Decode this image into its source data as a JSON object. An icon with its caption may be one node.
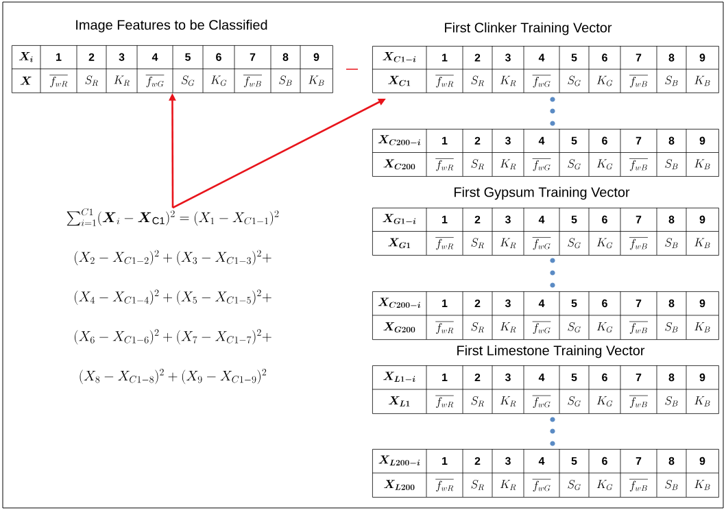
{
  "diagram": {
    "nodes": [
      {
        "text": [
          "\\boldsymbol{X_{i}}",
          "1",
          "2",
          "3",
          "4",
          "5",
          "6",
          "7",
          "8",
          "9",
          "\\boldsymbol{X}",
          "\\overline{f_{wR}}",
          "S_{R}",
          "K_{R}",
          "\\overline{f_{wG}}",
          "S_{G}",
          "K_{G}",
          "\\overline{f_{wB}}",
          "S_{B}",
          "K_{B}"
        ]
      },
      {
        "text": [
          "\\boldsymbol{X_{C1-i}}",
          "1",
          "2",
          "3",
          "4",
          "5",
          "6",
          "7",
          "8",
          "9",
          "\\boldsymbol{X_{C1}}",
          "\\overline{f_{wR}}",
          "S_{R}",
          "K_{R}",
          "\\overline{f_{wG}}",
          "S_{G}",
          "K_{G}",
          "\\overline{f_{wB}}",
          "S_{B}",
          "K_{B}"
        ]
      },
      {
        "text": [
          "\\boldsymbol{X_{C200-i}}",
          "1",
          "2",
          "3",
          "4",
          "5",
          "6",
          "7",
          "8",
          "9",
          "\\boldsymbol{X_{C200}}",
          "\\overline{f_{wR}}",
          "S_{R}",
          "K_{R}",
          "\\overline{f_{wG}}",
          "S_{G}",
          "K_{G}",
          "\\overline{f_{wB}}",
          "S_{B}",
          "K_{B}"
        ]
      },
      {
        "text": [
          "\\boldsymbol{X_{G1-i}}",
          "1",
          "2",
          "3",
          "4",
          "5",
          "6",
          "7",
          "8",
          "9",
          "\\boldsymbol{X_{G1}}",
          "\\overline{f_{wR}}",
          "S_{R}",
          "K_{R}",
          "\\overline{f_{wG}}",
          "S_{G}",
          "K_{G}",
          "\\overline{f_{wB}}",
          "S_{B}",
          "K_{B}"
        ]
      },
      {
        "text": [
          "\\boldsymbol{X_{C200-i}}",
          "1",
          "2",
          "3",
          "4",
          "5",
          "6",
          "7",
          "8",
          "9",
          "\\boldsymbol{X_{G200}}",
          "\\overline{f_{wR}}",
          "S_{R}",
          "K_{R}",
          "\\overline{f_{wG}}",
          "S_{G}",
          "K_{G}",
          "\\overline{f_{wB}}",
          "S_{B}",
          "K_{B}"
        ]
      },
      {
        "text": [
          "\\boldsymbol{X_{L1-i}}",
          "1",
          "2",
          "3",
          "4",
          "5",
          "6",
          "7",
          "8",
          "9",
          "\\boldsymbol{X_{L1}}",
          "\\overline{f_{wR}}",
          "S_{R}",
          "K_{R}",
          "\\overline{f_{wG}}",
          "S_{G}",
          "K_{G}",
          "\\overline{f_{wB}}",
          "S_{B}",
          "K_{B}"
        ]
      },
      {
        "text": [
          "\\boldsymbol{X_{L200-i}}",
          "1",
          "2",
          "3",
          "4",
          "5",
          "6",
          "7",
          "8",
          "9",
          "\\boldsymbol{X_{L200}}",
          "\\overline{f_{wR}}",
          "S_{R}",
          "K_{R}",
          "\\overline{f_{wG}}",
          "S_{G}",
          "K_{G}",
          "\\overline{f_{wB}}",
          "S_{B}",
          "K_{B}"
        ]
      },
      {
        "text": [
          "\\sum_{i=1}^{C1}(\\boldsymbol{X}_{i}-\\boldsymbol{X}_{\\mathrm{C1}})^{2}=(X_{1}-X_{C1-1})^{2}",
          "(X_{2}-X_{C1-2})^{2}+(X_{3}-X_{C1-3})^{2}+",
          "(X_{4}-X_{C1-4})^{2}+(X_{5}-X_{C1-5})^{2}+",
          "(X_{6}-X_{C1-6})^{2}+(X_{7}-X_{C1-7})^{2}+",
          "(X_{8}-X_{C1-8})^{2}+(X_{9}-X_{C1-9})^{2}"
        ]
      }
    ],
    "edges": [
      {
        "from": 7,
        "to": 0,
        "arrow": "to"
      },
      {
        "from": 7,
        "to": 1,
        "arrow": "to"
      }
    ],
    "labels": [
      "Image Features to be Classified",
      "First Clinker Training Vector",
      "First Gypsum Training Vector",
      "First Limestone Training Vector"
    ]
  }
}
